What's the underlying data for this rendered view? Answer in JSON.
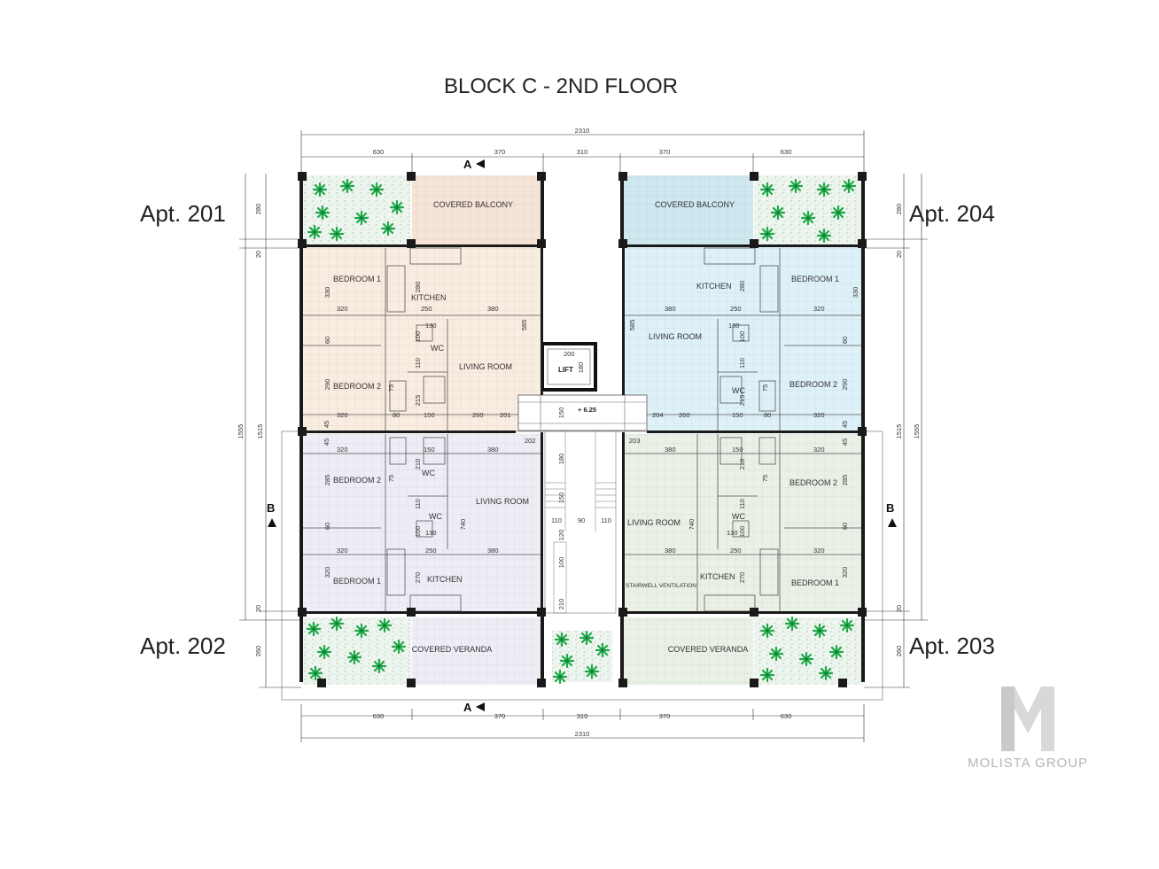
{
  "title": "BLOCK C - 2ND FLOOR",
  "apartments": {
    "a201": "Apt. 201",
    "a202": "Apt. 202",
    "a203": "Apt. 203",
    "a204": "Apt. 204"
  },
  "rooms": {
    "covered_balcony": "COVERED BALCONY",
    "covered_veranda": "COVERED VERANDA",
    "bedroom1": "BEDROOM 1",
    "bedroom2": "BEDROOM 2",
    "kitchen": "KITCHEN",
    "living_room": "LIVING ROOM",
    "wc": "WC",
    "lift": "LIFT",
    "stairwell_ventilation": "STAIRWELL VENTILATION"
  },
  "level_mark": "+ 6.25",
  "section_markers": {
    "a": "A",
    "b": "B"
  },
  "dimensions": {
    "overall": "2310",
    "top_segments": [
      "630",
      "370",
      "310",
      "370",
      "630"
    ],
    "bottom_segments": [
      "630",
      "370",
      "310",
      "370",
      "630"
    ],
    "left_outer": "1555",
    "left_inner": "1515",
    "right_outer": "1555",
    "right_inner": "1515",
    "side_top": "280",
    "side_top_small": "20",
    "side_bottom": "260",
    "side_bottom_small": "20",
    "interior": {
      "d320": "320",
      "d330": "330",
      "d280": "280",
      "d250": "250",
      "d380": "380",
      "d585": "585",
      "d130": "130",
      "d100": "100",
      "d110": "110",
      "d60": "60",
      "d290": "290",
      "d75": "75",
      "d215": "215",
      "d80": "80",
      "d150": "150",
      "d260": "260",
      "d200": "200",
      "d180": "180",
      "d201": "201",
      "d202": "202",
      "d203": "203",
      "d204": "204",
      "d45": "45",
      "d210": "210",
      "d285": "285",
      "d740": "740",
      "d270": "270",
      "d90": "90",
      "d120": "120"
    }
  },
  "colors": {
    "apt201": "#f9ece0",
    "apt202": "#eeedf6",
    "apt203": "#e9f1e6",
    "apt204": "#def1f8",
    "balcony201": "#f5e3d6",
    "balcony204": "#cfe8ef",
    "garden": "#e8f2ea",
    "plant": "#1fa84a",
    "wall": "#1a1a1a"
  },
  "brand": "MOLISTA GROUP"
}
